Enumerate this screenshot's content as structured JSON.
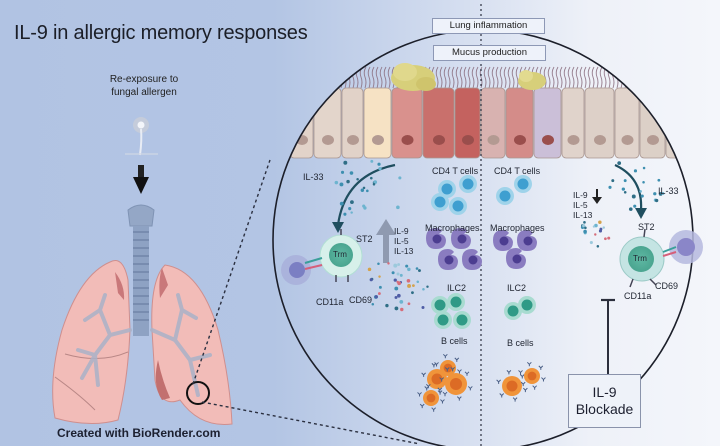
{
  "title": "IL-9 in allergic memory responses",
  "left_panel": {
    "exposure_label_line1": "Re-exposure to",
    "exposure_label_line2": "fungal allergen",
    "credit": "Created with BioRender.com"
  },
  "top_boxes": {
    "lung_inflammation": "Lung inflammation",
    "mucus_production": "Mucus production"
  },
  "left_half": {
    "alarmin": "IL-33",
    "receptor": "ST2",
    "trm_label": "Trm",
    "markers": [
      "CD11a",
      "CD69"
    ],
    "cytokines": [
      "IL-9",
      "IL-5",
      "IL-13"
    ],
    "cytokine_trend": "up",
    "cell_groups": [
      {
        "label": "CD4 T cells",
        "count": 4
      },
      {
        "label": "Macrophages",
        "count": 4
      },
      {
        "label": "ILC2",
        "count": 4
      },
      {
        "label": "B cells",
        "count": 4
      }
    ]
  },
  "right_half": {
    "alarmin": "IL-33",
    "receptor": "ST2",
    "trm_label": "Trm",
    "markers": [
      "CD11a",
      "CD69"
    ],
    "cytokines": [
      "IL-9",
      "IL-5",
      "IL-13"
    ],
    "cytokine_trend": "down",
    "cell_groups": [
      {
        "label": "CD4 T cells",
        "count": 2
      },
      {
        "label": "Macrophages",
        "count": 3
      },
      {
        "label": "ILC2",
        "count": 2
      },
      {
        "label": "B cells",
        "count": 2
      }
    ]
  },
  "blockade": {
    "line1": "IL-9",
    "line2": "Blockade"
  },
  "colors": {
    "background_left": "#b1c3e3",
    "background_right": "#f4f6fb",
    "lung": "#f2b9b6",
    "cd4": "#3f9fd0",
    "macrophage": "#8a7cc0",
    "ilc2": "#58b7a5",
    "bcell": "#f0943a",
    "trm": "#bfe6e0"
  }
}
